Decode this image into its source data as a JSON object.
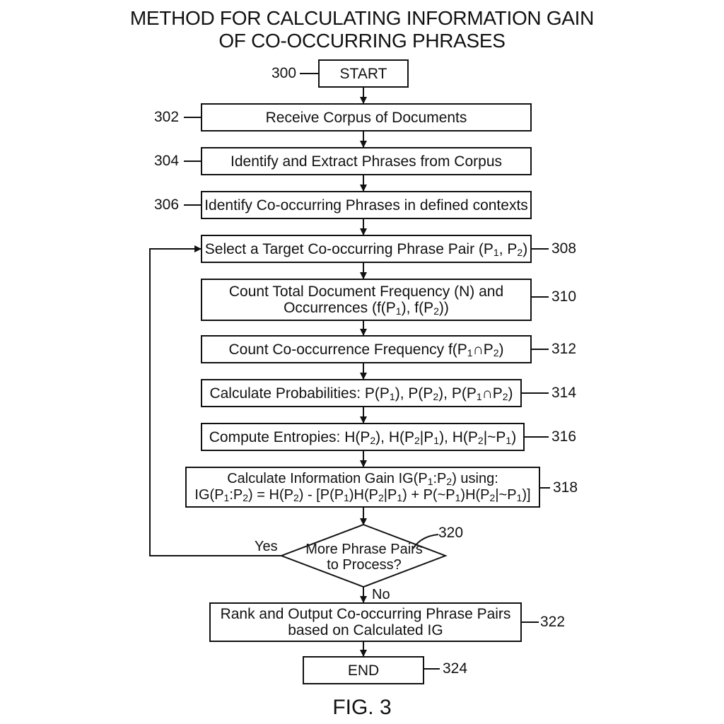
{
  "title": {
    "line1": "METHOD FOR CALCULATING INFORMATION GAIN",
    "line2": "OF CO-OCCURRING PHRASES"
  },
  "steps": {
    "start": {
      "ref": "300",
      "label": "START"
    },
    "s302": {
      "ref": "302",
      "label": "Receive Corpus of Documents"
    },
    "s304": {
      "ref": "304",
      "label": "Identify and Extract Phrases from Corpus"
    },
    "s306": {
      "ref": "306",
      "label": "Identify Co-occurring Phrases in defined contexts"
    },
    "s308": {
      "ref": "308",
      "label": "Select a Target Co-occurring Phrase Pair (P1, P2)"
    },
    "s310": {
      "ref": "310",
      "line1": "Count Total Document Frequency (N) and",
      "line2": "Occurrences (f(P1), f(P2))"
    },
    "s312": {
      "ref": "312",
      "label": "Count Co-occurrence Frequency f(P1∩P2)"
    },
    "s314": {
      "ref": "314",
      "label": "Calculate Probabilities: P(P1), P(P2), P(P1∩P2)"
    },
    "s316": {
      "ref": "316",
      "label": "Compute Entropies: H(P2), H(P2|P1), H(P2|~P1)"
    },
    "s318": {
      "ref": "318",
      "line1": "Calculate Information Gain IG(P1:P2) using:",
      "line2": "IG(P1:P2) = H(P2) - [P(P1)H(P2|P1) + P(~P1)H(P2|~P1)]"
    },
    "s320": {
      "ref": "320",
      "line1": "More Phrase Pairs",
      "line2": "to Process?",
      "yes": "Yes",
      "no": "No"
    },
    "s322": {
      "ref": "322",
      "line1": "Rank and Output Co-occurring Phrase Pairs",
      "line2": "based on Calculated IG"
    },
    "end": {
      "ref": "324",
      "label": "END"
    }
  },
  "figure_label": "FIG. 3",
  "colors": {
    "ink": "#111111",
    "background": "#ffffff"
  }
}
